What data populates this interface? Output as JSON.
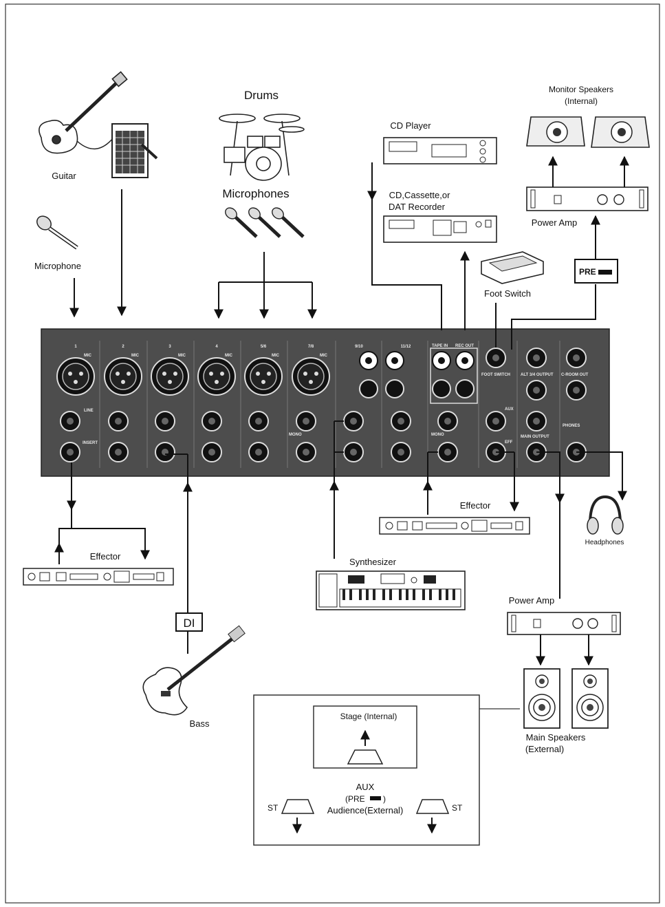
{
  "labels": {
    "guitar": "Guitar",
    "drums": "Drums",
    "microphones": "Microphones",
    "microphone": "Microphone",
    "cd_player": "CD Player",
    "recorder_line1": "CD,Cassette,or",
    "recorder_line2": "DAT Recorder",
    "monitor_line1": "Monitor Speakers",
    "monitor_line2": "(Internal)",
    "power_amp_top": "Power Amp",
    "pre": "PRE",
    "foot_switch": "Foot Switch",
    "effector_left": "Effector",
    "effector_right": "Effector",
    "synthesizer": "Synthesizer",
    "headphones": "Headphones",
    "power_amp_bottom": "Power Amp",
    "di": "DI",
    "bass": "Bass",
    "main_line1": "Main Speakers",
    "main_line2": "(External)",
    "stage": "Stage (Internal)",
    "aux": "AUX",
    "aux_pre": "(PRE",
    "aux_pre_close": ")",
    "audience": "Audience(External)",
    "st_left": "ST",
    "st_right": "ST"
  },
  "channels": [
    "1",
    "2",
    "3",
    "4",
    "5/6",
    "7/8",
    "9/10",
    "11/12"
  ],
  "panel_labels": {
    "mic": "MIC",
    "line": "LINE",
    "insert": "INSERT",
    "tape_in": "TAPE IN",
    "rec_out": "REC OUT",
    "foot_switch": "FOOT SWITCH",
    "alt_out": "ALT 3/4 OUTPUT",
    "control_room": "C-ROOM OUT",
    "main_output": "MAIN OUTPUT",
    "phones": "PHONES",
    "aux": "AUX",
    "eff": "EFF",
    "mono": "MONO"
  }
}
